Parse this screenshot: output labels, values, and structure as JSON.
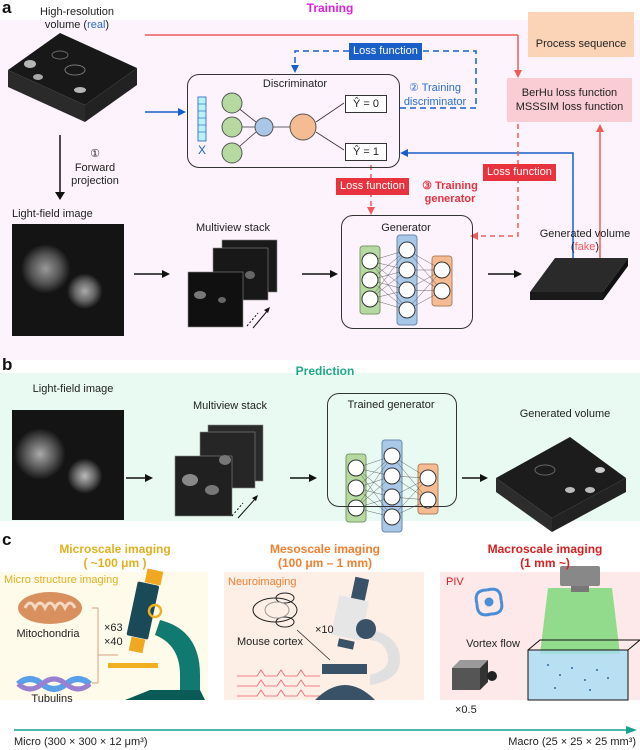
{
  "panel_a": {
    "letter": "a",
    "title": "Training",
    "title_color": "#e020e0",
    "hr_volume_label_1": "High-resolution",
    "hr_volume_label_2": "volume (",
    "hr_volume_real": "real",
    "hr_volume_close": ")",
    "forward_step": "①",
    "forward_label_1": "Forward",
    "forward_label_2": "projection",
    "lightfield_label": "Light-field image",
    "multiview_label": "Multiview stack",
    "discriminator_label": "Discriminator",
    "x_label": "X",
    "y_hat_0": "Ŷ = 0",
    "y_hat_1": "Ŷ = 1",
    "loss_function_blue": "Loss function",
    "training_disc_1": "② Training",
    "training_disc_2": "discriminator",
    "loss_function_red_1": "Loss function",
    "loss_function_red_2": "Loss function",
    "training_gen_1": "③ Training",
    "training_gen_2": "generator",
    "generator_label": "Generator",
    "generated_label_1": "Generated volume",
    "generated_label_2a": "(",
    "generated_fake": "fake",
    "generated_label_2b": ")",
    "berhu_1": "BerHu loss function",
    "berhu_2": "MSSSIM loss function",
    "process_sequence": "Process sequence",
    "colors": {
      "black": "#000000",
      "blue": "#1a5fc8",
      "red": "#f05a5a"
    }
  },
  "panel_b": {
    "letter": "b",
    "title": "Prediction",
    "title_color": "#1fa88a",
    "lightfield_label": "Light-field image",
    "multiview_label": "Multiview stack",
    "trained_generator_label": "Trained generator",
    "generated_label": "Generated volume"
  },
  "panel_c": {
    "letter": "c",
    "micro": {
      "title_1": "Microscale imaging",
      "title_2": "( ~100 μm )",
      "subtitle": "Micro structure imaging",
      "mito": "Mitochondria",
      "tubulins": "Tubulins",
      "mag_1": "×63",
      "mag_2": "×40",
      "color": "#e0b020"
    },
    "meso": {
      "title_1": "Mesoscale imaging",
      "title_2": "(100 μm – 1 mm)",
      "subtitle": "Neuroimaging",
      "mouse": "Mouse cortex",
      "mag": "×10",
      "color": "#f08030"
    },
    "macro": {
      "title_1": "Macroscale imaging",
      "title_2": "(1 mm ~)",
      "subtitle": "PIV",
      "vortex": "Vortex flow",
      "mag": "×0.5",
      "color": "#d82020"
    },
    "scale_left": "Micro (300 × 300 × 12 μm³)",
    "scale_right": "Macro (25 × 25 × 25 mm³)"
  }
}
